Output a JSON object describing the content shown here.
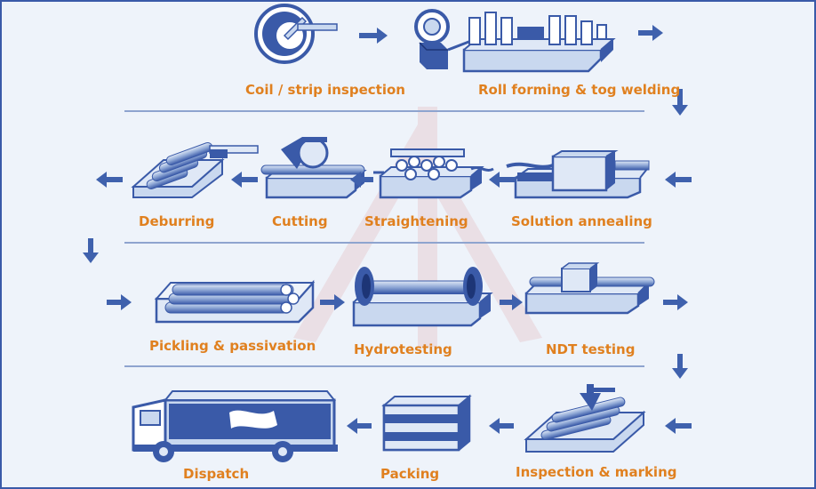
{
  "steps": [
    {
      "label": "Coil / strip inspection",
      "icon": "coil-icon"
    },
    {
      "label": "Roll forming & tog welding",
      "icon": "roll-forming-machine-icon"
    },
    {
      "label": "Solution annealing",
      "icon": "annealing-furnace-icon"
    },
    {
      "label": "Straightening",
      "icon": "straightening-machine-icon"
    },
    {
      "label": "Cutting",
      "icon": "cutting-saw-icon"
    },
    {
      "label": "Deburring",
      "icon": "deburring-machine-icon"
    },
    {
      "label": "Pickling & passivation",
      "icon": "pickling-tank-icon"
    },
    {
      "label": "Hydrotesting",
      "icon": "hydrotest-machine-icon"
    },
    {
      "label": "NDT testing",
      "icon": "ndt-tester-icon"
    },
    {
      "label": "Inspection & marking",
      "icon": "marking-machine-icon"
    },
    {
      "label": "Packing",
      "icon": "packing-crate-icon"
    },
    {
      "label": "Dispatch",
      "icon": "truck-icon"
    }
  ],
  "colors": {
    "label": "#e0801f",
    "icon": "#3a5aa8",
    "icon_light": "#c9d8ef",
    "arrow": "#3f61ad",
    "divider": "#8ea4cf",
    "background": "#eef3fa"
  }
}
